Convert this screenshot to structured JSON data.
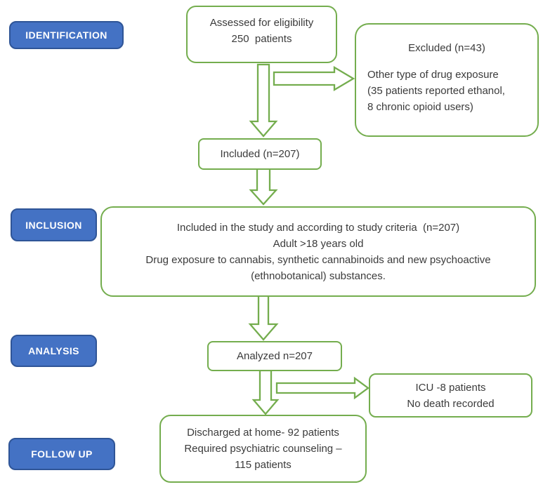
{
  "palette": {
    "stage_fill": "#4472C4",
    "stage_border": "#2F5597",
    "stage_text": "#FFFFFF",
    "flow_border_green": "#74AD4E",
    "flow_fill": "#FFFFFF",
    "body_text": "#3B3B3B"
  },
  "stages": {
    "identification": {
      "label": "IDENTIFICATION"
    },
    "inclusion": {
      "label": "INCLUSION"
    },
    "analysis": {
      "label": "ANALYSIS"
    },
    "followup": {
      "label": "FOLLOW UP"
    }
  },
  "boxes": {
    "assessed": {
      "lines": [
        "Assessed for eligibility",
        "250  patients"
      ]
    },
    "excluded": {
      "title": "Excluded (n=43)",
      "lines": [
        "Other type of drug exposure",
        "(35 patients reported ethanol,",
        "8 chronic opioid users)"
      ]
    },
    "included": {
      "lines": [
        "Included (n=207)"
      ]
    },
    "criteria": {
      "lines": [
        "Included in the study and according to study criteria  (n=207)",
        "Adult >18 years old",
        "Drug exposure to cannabis, synthetic cannabinoids and new psychoactive",
        "(ethnobotanical) substances."
      ]
    },
    "analyzed": {
      "lines": [
        "Analyzed n=207"
      ]
    },
    "icu": {
      "lines": [
        "ICU -8 patients",
        "No death recorded"
      ]
    },
    "discharged": {
      "lines": [
        "Discharged at home- 92 patients",
        "Required psychiatric counseling –",
        "115 patients"
      ]
    }
  },
  "arrows": [
    {
      "name": "assessed-to-included",
      "direction": "down"
    },
    {
      "name": "assessed-to-excluded",
      "direction": "right"
    },
    {
      "name": "included-to-criteria",
      "direction": "down"
    },
    {
      "name": "criteria-to-analyzed",
      "direction": "down"
    },
    {
      "name": "analyzed-to-discharged",
      "direction": "down"
    },
    {
      "name": "analyzed-to-icu",
      "direction": "right"
    }
  ]
}
